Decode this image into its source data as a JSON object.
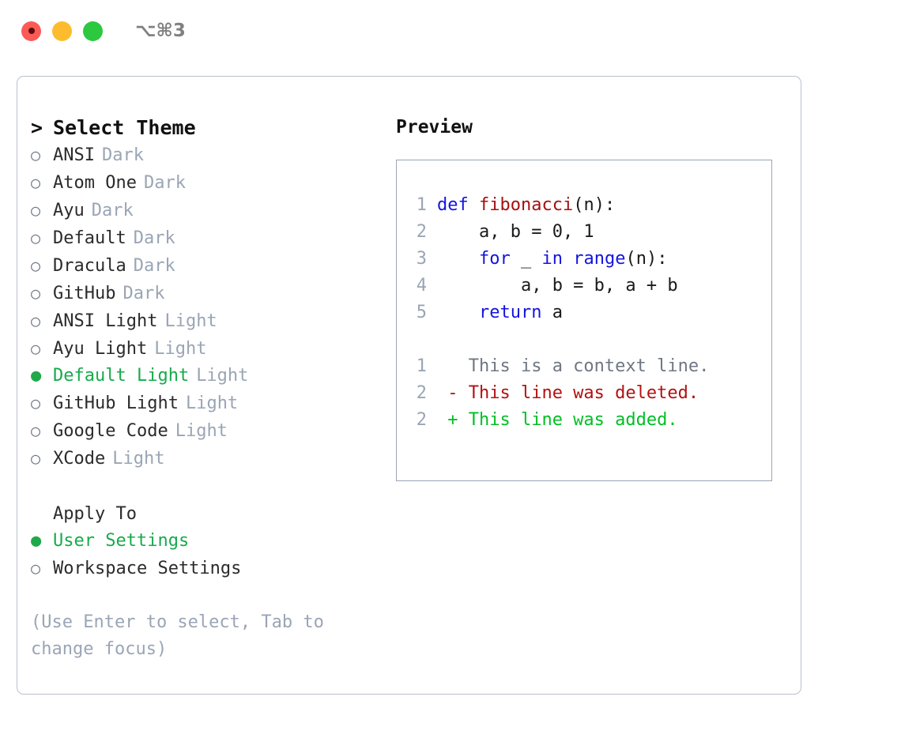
{
  "titlebar": {
    "shortcut": "⌥⌘3",
    "lights": [
      {
        "name": "close-button",
        "color": "#fb5a57"
      },
      {
        "name": "minimize-button",
        "color": "#fdbc2e"
      },
      {
        "name": "maximize-button",
        "color": "#2bc840"
      }
    ]
  },
  "theme_picker": {
    "caret": ">",
    "heading": "Select Theme",
    "bullet_empty": "○",
    "bullet_filled": "●",
    "items": [
      {
        "name": "ANSI",
        "tag": "Dark",
        "selected": false
      },
      {
        "name": "Atom One",
        "tag": "Dark",
        "selected": false
      },
      {
        "name": "Ayu",
        "tag": "Dark",
        "selected": false
      },
      {
        "name": "Default",
        "tag": "Dark",
        "selected": false
      },
      {
        "name": "Dracula",
        "tag": "Dark",
        "selected": false
      },
      {
        "name": "GitHub",
        "tag": "Dark",
        "selected": false
      },
      {
        "name": "ANSI Light",
        "tag": "Light",
        "selected": false
      },
      {
        "name": "Ayu Light",
        "tag": "Light",
        "selected": false
      },
      {
        "name": "Default Light",
        "tag": "Light",
        "selected": true
      },
      {
        "name": "GitHub Light",
        "tag": "Light",
        "selected": false
      },
      {
        "name": "Google Code",
        "tag": "Light",
        "selected": false
      },
      {
        "name": "XCode",
        "tag": "Light",
        "selected": false
      }
    ]
  },
  "apply_to": {
    "label": "Apply To",
    "options": [
      {
        "name": "User Settings",
        "selected": true
      },
      {
        "name": "Workspace Settings",
        "selected": false
      }
    ]
  },
  "hint": "(Use Enter to select, Tab to change focus)",
  "preview": {
    "title": "Preview",
    "code_lines": [
      {
        "no": "1",
        "tokens": [
          {
            "t": "def ",
            "c": "kw"
          },
          {
            "t": "fibonacci",
            "c": "fn"
          },
          {
            "t": "(n):",
            "c": "txt"
          }
        ]
      },
      {
        "no": "2",
        "tokens": [
          {
            "t": "    a, b = 0, 1",
            "c": "txt"
          }
        ]
      },
      {
        "no": "3",
        "tokens": [
          {
            "t": "    ",
            "c": "txt"
          },
          {
            "t": "for",
            "c": "kw"
          },
          {
            "t": " _ ",
            "c": "txt"
          },
          {
            "t": "in",
            "c": "kw"
          },
          {
            "t": " ",
            "c": "txt"
          },
          {
            "t": "range",
            "c": "kw"
          },
          {
            "t": "(n):",
            "c": "txt"
          }
        ]
      },
      {
        "no": "4",
        "tokens": [
          {
            "t": "        a, b = b, a + b",
            "c": "txt"
          }
        ]
      },
      {
        "no": "5",
        "tokens": [
          {
            "t": "    ",
            "c": "txt"
          },
          {
            "t": "return",
            "c": "kw"
          },
          {
            "t": " a",
            "c": "txt"
          }
        ]
      }
    ],
    "diff_lines": [
      {
        "no": "1",
        "marker": " ",
        "text": "This is a context line.",
        "kind": "ctx"
      },
      {
        "no": "2",
        "marker": "-",
        "text": "This line was deleted.",
        "kind": "del"
      },
      {
        "no": "2",
        "marker": "+",
        "text": "This line was added.",
        "kind": "add"
      }
    ]
  },
  "colors": {
    "accent_green": "#16ab4b",
    "muted": "#9aa5b5",
    "keyword": "#1414e0",
    "function": "#a51010",
    "diff_delete": "#b31111",
    "diff_add": "#00bf26",
    "border": "#b9c0cb"
  }
}
